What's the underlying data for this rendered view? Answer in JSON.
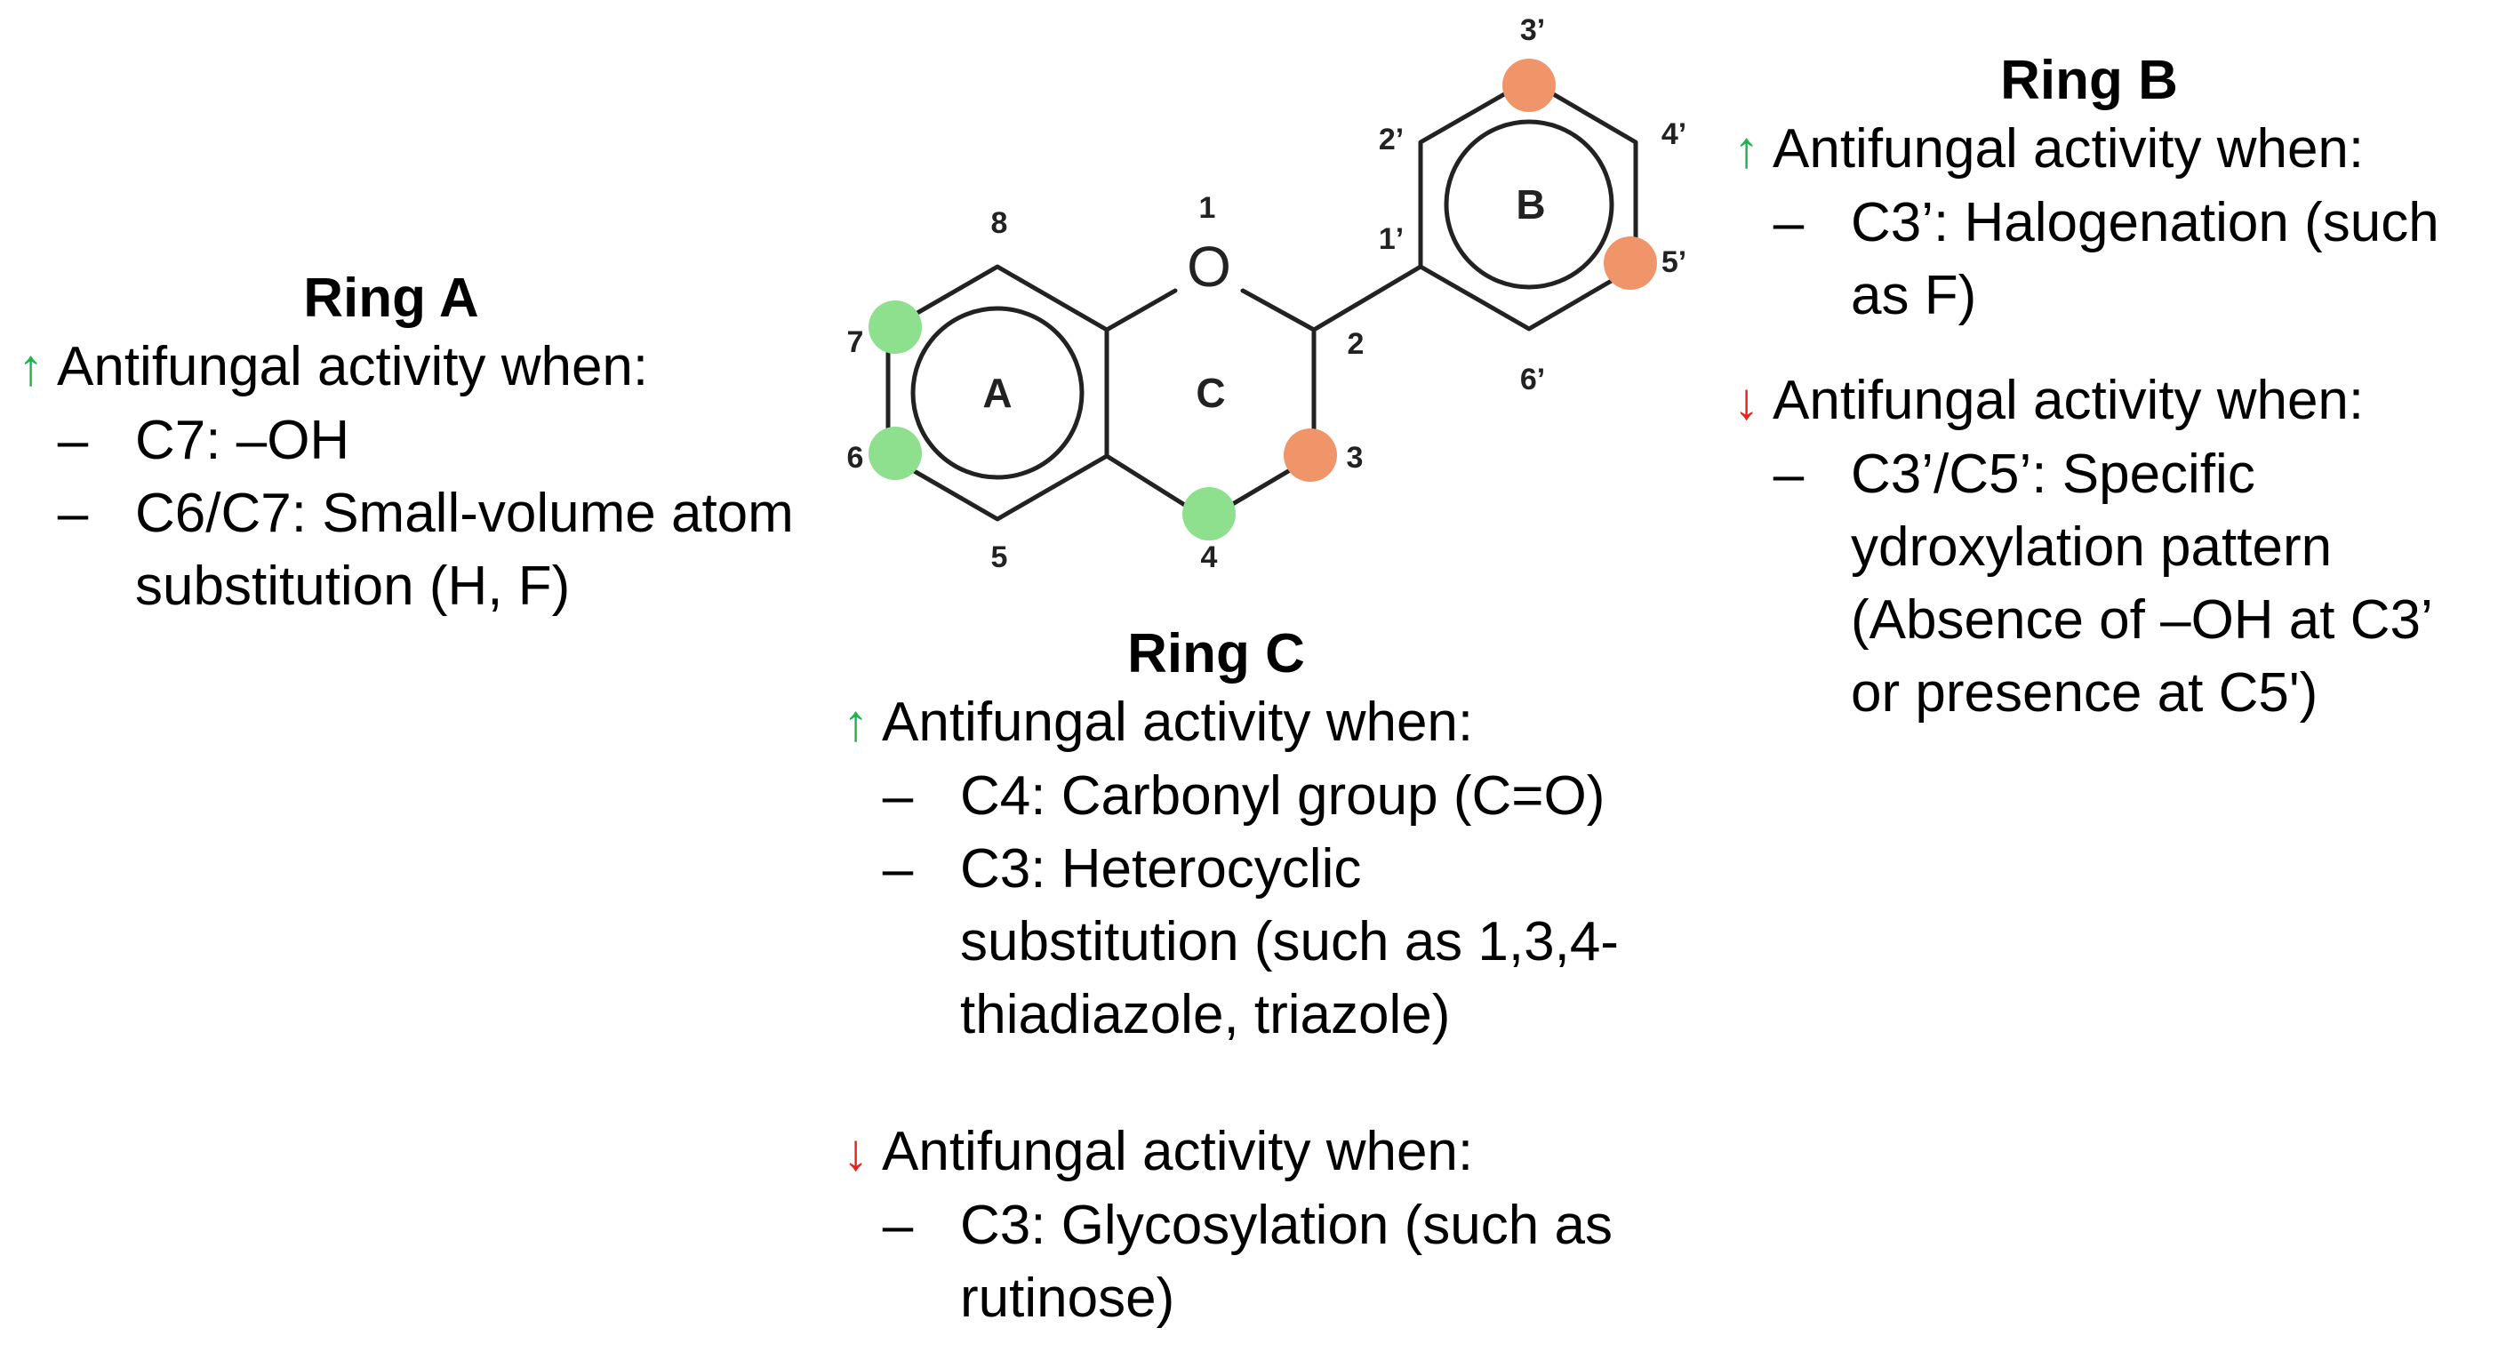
{
  "ring_a": {
    "title": "Ring A",
    "groups": [
      {
        "direction": "up",
        "arrow": "↑",
        "heading": "Antifungal activity when:",
        "items": [
          "C7: –OH",
          "C6/C7: Small-volume atom substitution (H, F)"
        ]
      }
    ]
  },
  "ring_c": {
    "title": "Ring C",
    "groups": [
      {
        "direction": "up",
        "arrow": "↑",
        "heading": "Antifungal activity when:",
        "items": [
          "C4: Carbonyl group (C=O)",
          "C3: Heterocyclic substitution (such as 1,3,4-thiadiazole, triazole)"
        ]
      },
      {
        "direction": "down",
        "arrow": "↓",
        "heading": "Antifungal activity when:",
        "items": [
          "C3: Glycosylation (such as rutinose)"
        ]
      }
    ]
  },
  "ring_b": {
    "title": "Ring B",
    "groups": [
      {
        "direction": "up",
        "arrow": "↑",
        "heading": "Antifungal activity when:",
        "items": [
          "C3’: Halogenation (such as F)"
        ]
      },
      {
        "direction": "down",
        "arrow": "↓",
        "heading": "Antifungal activity when:",
        "items": [
          "C3’/C5’: Specific ydroxylation pattern (Absence of –OH at C3’ or presence at C5')"
        ]
      }
    ]
  },
  "structure": {
    "oxygen_symbol": "O",
    "ring_labels": {
      "a": "A",
      "b": "B",
      "c": "C"
    },
    "position_labels": {
      "p1": "1",
      "p2": "2",
      "p3": "3",
      "p4": "4",
      "p5": "5",
      "p6": "6",
      "p7": "7",
      "p8": "8",
      "p1p": "1’",
      "p2p": "2’",
      "p3p": "3’",
      "p4p": "4’",
      "p5p": "5’",
      "p6p": "6’"
    },
    "dash_symbol": "–",
    "colors": {
      "up_arrow": "#20b34f",
      "down_arrow": "#e8231e",
      "favorable_site": "#8ee08f",
      "unfavorable_site": "#f0946a",
      "bond": "#222222"
    }
  }
}
